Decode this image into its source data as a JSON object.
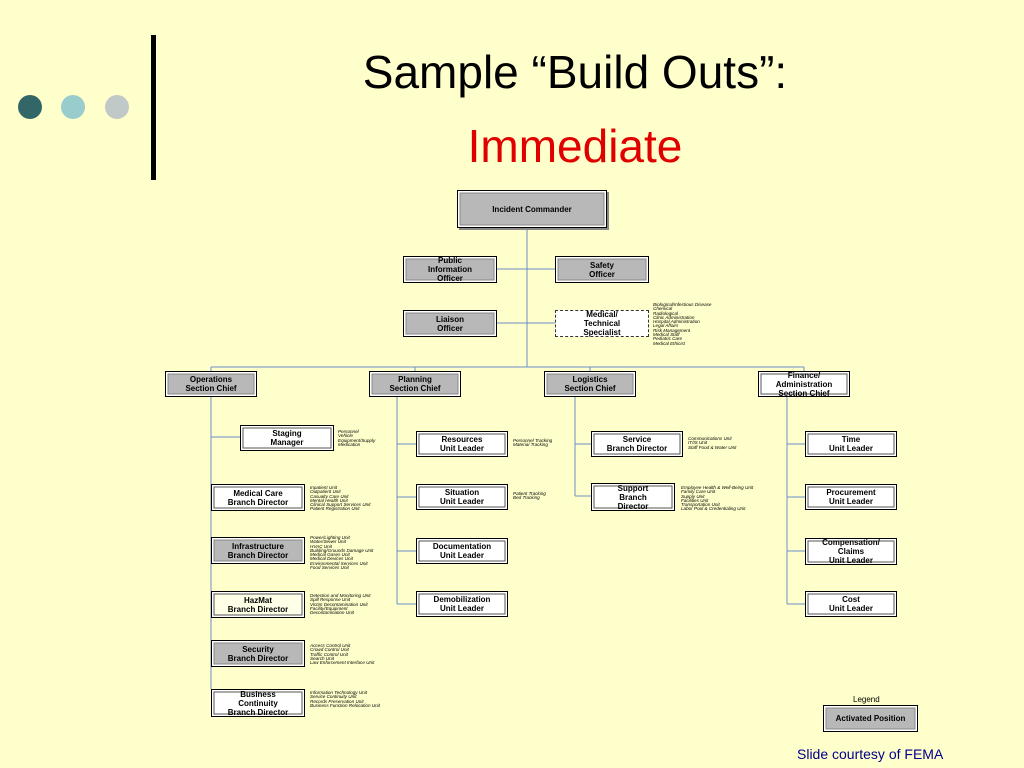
{
  "title": {
    "line1": "Sample “Build Outs”:",
    "line2": "Immediate"
  },
  "credit": "Slide courtesy of FEMA",
  "legend": {
    "title": "Legend",
    "item": "Activated Position"
  },
  "boxes": {
    "incident_commander": "Incident Commander",
    "public_information_officer": "Public\nInformation\nOfficer",
    "safety_officer": "Safety\nOfficer",
    "liaison_officer": "Liaison\nOfficer",
    "medical_technical_specialist": "Medical/\nTechnical\nSpecialist",
    "operations_section_chief": "Operations\nSection Chief",
    "planning_section_chief": "Planning\nSection Chief",
    "logistics_section_chief": "Logistics\nSection Chief",
    "finance_section_chief": "Finance/\nAdministration\nSection Chief",
    "staging_manager": "Staging\nManager",
    "medical_care_branch": "Medical Care\nBranch Director",
    "infrastructure_branch": "Infrastructure\nBranch Director",
    "hazmat_branch": "HazMat\nBranch Director",
    "security_branch": "Security\nBranch Director",
    "business_continuity_branch": "Business\nContinuity\nBranch Director",
    "resources_unit": "Resources\nUnit Leader",
    "situation_unit": "Situation\nUnit Leader",
    "documentation_unit": "Documentation\nUnit Leader",
    "demobilization_unit": "Demobilization\nUnit Leader",
    "service_branch": "Service\nBranch Director",
    "support_branch": "Support\nBranch\nDirector",
    "time_unit": "Time\nUnit Leader",
    "procurement_unit": "Procurement\nUnit Leader",
    "compensation_unit": "Compensation/\nClaims\nUnit Leader",
    "cost_unit": "Cost\nUnit Leader"
  },
  "notes": {
    "medical_technical": "Biological/Infectious Disease\nChemical\nRadiological\nClinic Administration\nHospital Administration\nLegal Affairs\nRisk Management\nMedical Staff\nPediatric Care\nMedical Ethicist",
    "staging": "Personnel\nVehicle\nEquipment/Supply\nMedication",
    "medical_care": "Inpatient Unit\nOutpatient Unit\nCasualty Care Unit\nMental Health Unit\nClinical Support Services Unit\nPatient Registration Unit",
    "infrastructure": "Power/Lighting Unit\nWater/Sewer Unit\nHVAC Unit\nBuilding/Grounds Damage Unit\nMedical Gases Unit\nMedical Devices Unit\nEnvironmental Services Unit\nFood Services Unit",
    "hazmat": "Detection and Monitoring Unit\nSpill Response Unit\nVictim Decontamination Unit\nFacility/Equipment\n        Decontamination Unit",
    "security": "Access Control Unit\nCrowd Control Unit\nTraffic Control Unit\nSearch Unit\nLaw Enforcement Interface Unit",
    "business_continuity": "Information Technology Unit\nService Continuity Unit\nRecords Preservation Unit\nBusiness Function Relocation Unit",
    "resources": "Personnel Tracking\nMaterial Tracking",
    "situation": "Patient Tracking\nBed Tracking",
    "service": "Communications Unit\nIT/IS Unit\nStaff Food & Water Unit",
    "support": "Employee Health & Well-Being Unit\nFamily Care Unit\nSupply Unit\nFacilities Unit\nTransportation Unit\nLabor Pool & Credentialing Unit"
  }
}
